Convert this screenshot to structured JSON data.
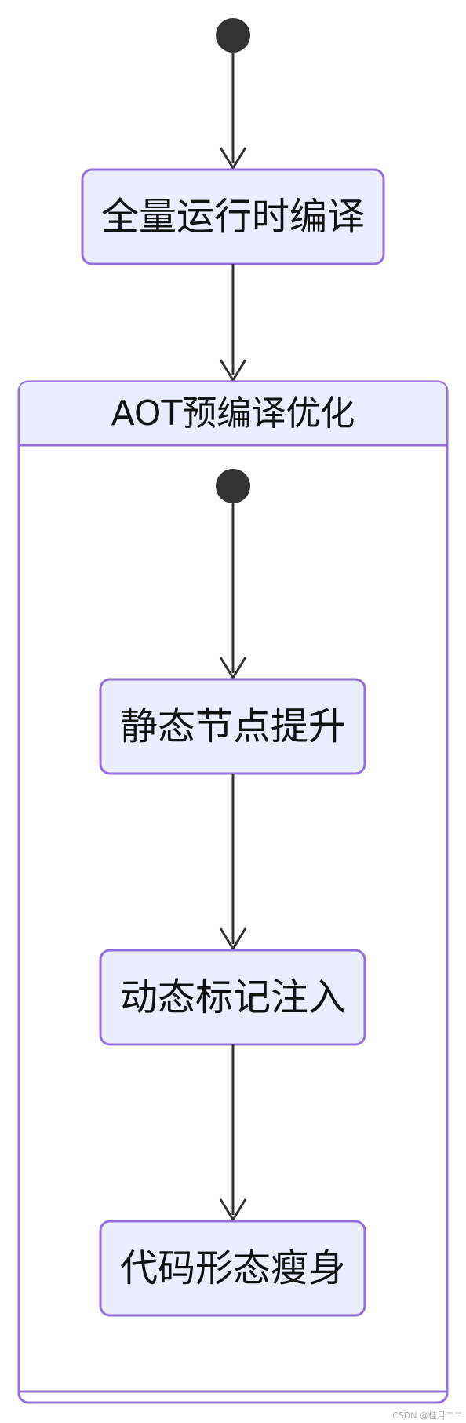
{
  "diagram": {
    "type": "state-diagram",
    "colors": {
      "state_fill": "#ECECFF",
      "state_border": "#9370DB",
      "arrow": "#333333",
      "start_dot": "#333333",
      "text": "#111111"
    },
    "states": {
      "full_runtime_compile": "全量运行时编译",
      "static_hoist": "静态节点提升",
      "dynamic_marker": "动态标记注入",
      "code_slim": "代码形态瘦身"
    },
    "composite": {
      "title": "AOT预编译优化"
    },
    "transitions": [
      {
        "from": "start",
        "to": "full_runtime_compile"
      },
      {
        "from": "full_runtime_compile",
        "to": "composite"
      },
      {
        "from": "inner_start",
        "to": "static_hoist"
      },
      {
        "from": "static_hoist",
        "to": "dynamic_marker"
      },
      {
        "from": "dynamic_marker",
        "to": "code_slim"
      }
    ]
  },
  "watermark": "CSDN @桂月二二"
}
